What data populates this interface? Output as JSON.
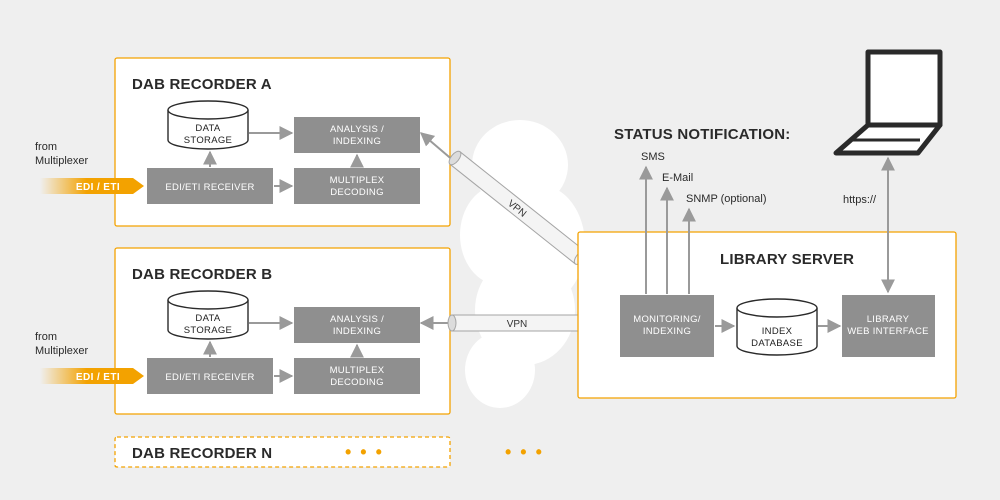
{
  "recorder_a": {
    "title": "DAB RECORDER A",
    "data_storage_l1": "DATA",
    "data_storage_l2": "STORAGE",
    "analysis_l1": "ANALYSIS /",
    "analysis_l2": "INDEXING",
    "receiver": "EDI/ETI RECEIVER",
    "decoding_l1": "MULTIPLEX",
    "decoding_l2": "DECODING",
    "from_l1": "from",
    "from_l2": "Multiplexer",
    "input": "EDI / ETI"
  },
  "recorder_b": {
    "title": "DAB RECORDER B",
    "data_storage_l1": "DATA",
    "data_storage_l2": "STORAGE",
    "analysis_l1": "ANALYSIS /",
    "analysis_l2": "INDEXING",
    "receiver": "EDI/ETI RECEIVER",
    "decoding_l1": "MULTIPLEX",
    "decoding_l2": "DECODING",
    "from_l1": "from",
    "from_l2": "Multiplexer",
    "input": "EDI / ETI"
  },
  "recorder_n": {
    "title": "DAB RECORDER N",
    "dots": "• • •",
    "outside_dots": "• • •"
  },
  "vpn_a": "VPN",
  "vpn_b": "VPN",
  "status": {
    "title": "STATUS NOTIFICATION:",
    "sms": "SMS",
    "email": "E-Mail",
    "snmp": "SNMP (optional)"
  },
  "https_label": "https://",
  "server": {
    "title": "LIBRARY SERVER",
    "monitoring_l1": "MONITORING/",
    "monitoring_l2": "INDEXING",
    "index_l1": "INDEX",
    "index_l2": "DATABASE",
    "web_l1": "LIBRARY",
    "web_l2": "WEB INTERFACE"
  },
  "colors": {
    "accent": "#f3a200",
    "box": "#8f8f8f",
    "arrow": "#9a9a9a",
    "panel": "#ffffff"
  }
}
